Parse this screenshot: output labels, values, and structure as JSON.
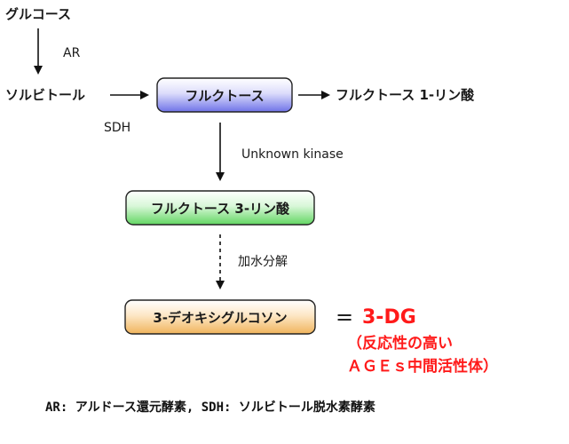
{
  "nodes": {
    "glucose": "グルコース",
    "sorbitol": "ソルビトール",
    "fructose": "フルクトース",
    "fructose_1p": "フルクトース 1-リン酸",
    "fructose_3p": "フルクトース 3-リン酸",
    "deoxyglucosone": "3-デオキシグルコソン"
  },
  "enzymes": {
    "ar": "AR",
    "sdh": "SDH",
    "unknown_kinase": "Unknown kinase",
    "hydrolysis": "加水分解"
  },
  "result": {
    "equals": "=",
    "name": "3-DG",
    "note_line1": "（反応性の高い",
    "note_line2": "ＡＧＥｓ中間活性体）"
  },
  "footnote": "AR: アルドース還元酵素, SDH: ソルビトール脱水素酵素",
  "colors": {
    "blue_box": "#6f73e8",
    "green_box": "#62d662",
    "orange_box": "#f0b45c",
    "result_text": "#ff1a1a"
  }
}
